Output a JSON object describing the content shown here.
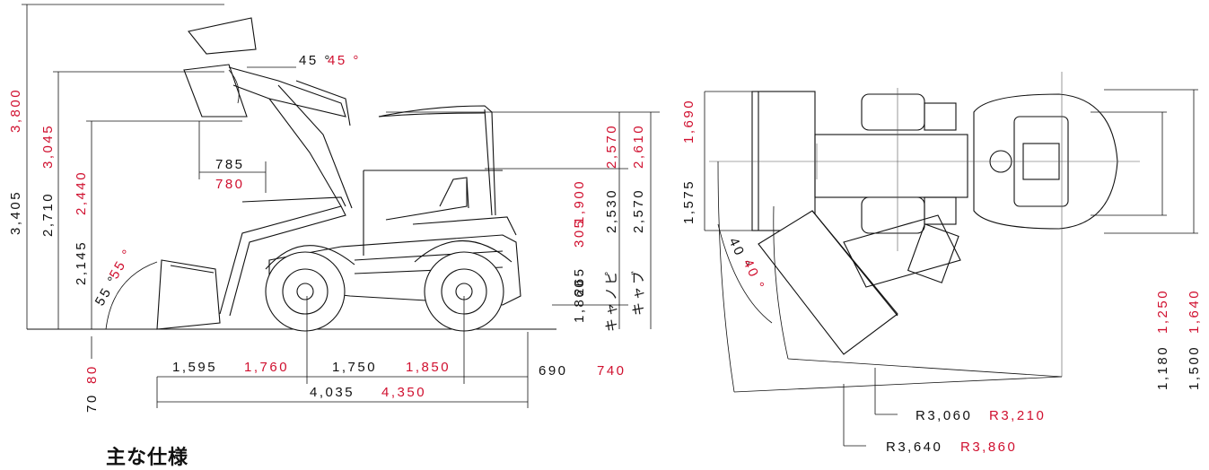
{
  "heading": "主な仕様",
  "side_view": {
    "dump_angle": {
      "black": "45 °",
      "red": "45 °"
    },
    "reach_top": {
      "black": "785",
      "red": "780"
    },
    "rollback_angle": {
      "black": "55 °",
      "red": "55 °"
    },
    "height_max": {
      "black": "3,405",
      "red": "3,800"
    },
    "height_hinge": {
      "black": "2,710",
      "red": "3,045"
    },
    "height_dump": {
      "black": "2,145",
      "red": "2,440"
    },
    "canopy_height": {
      "black": "2,530",
      "red": "2,570",
      "label": "キャノピ"
    },
    "cab_height": {
      "black": "2,570",
      "red": "2,610",
      "label": "キャブ"
    },
    "seat_height": {
      "black": "1,860",
      "red": "1,900"
    },
    "ground_clear": {
      "black": "265",
      "red": "305"
    },
    "dig_depth": {
      "black": "70",
      "red": "80"
    },
    "front_overhang": {
      "black": "1,595",
      "red": "1,760"
    },
    "wheelbase": {
      "black": "1,750",
      "red": "1,850"
    },
    "rear_overhang": {
      "black": "690",
      "red": "740"
    },
    "overall_length": {
      "black": "4,035",
      "red": "4,350"
    }
  },
  "top_view": {
    "bucket_width": {
      "black": "1,575",
      "red": "1,690"
    },
    "articulation": {
      "black": "40 °",
      "red": "40 °"
    },
    "tread": {
      "black": "1,180",
      "red": "1,250"
    },
    "overall_width": {
      "black": "1,500",
      "red": "1,640"
    },
    "radius_inner": {
      "black": "R3,060",
      "red": "R3,210"
    },
    "radius_outer": {
      "black": "R3,640",
      "red": "R3,860"
    }
  },
  "colors": {
    "primary_spec": "#111111",
    "option_spec": "#d0102f"
  }
}
